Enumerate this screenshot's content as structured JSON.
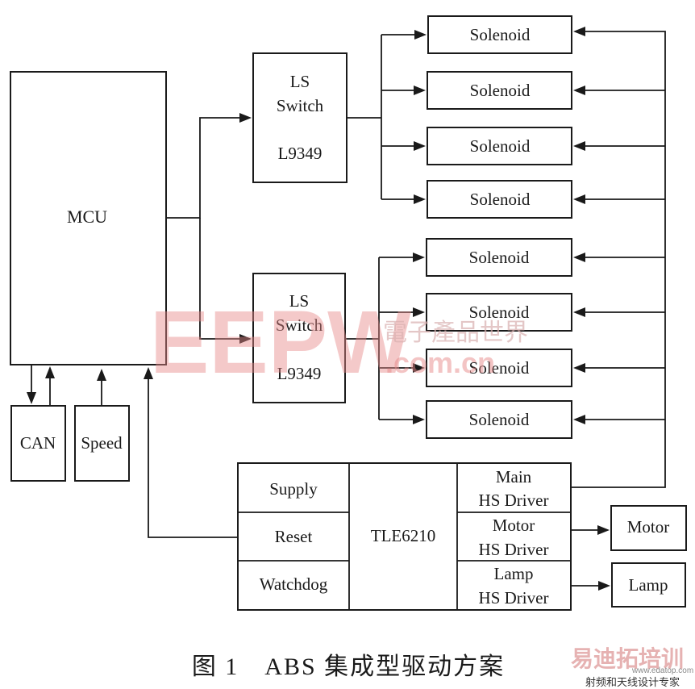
{
  "blocks": {
    "mcu": "MCU",
    "ls_switch_1": {
      "line1": "LS",
      "line2": "Switch",
      "line3": "L9349"
    },
    "ls_switch_2": {
      "line1": "LS",
      "line2": "Switch",
      "line3": "L9349"
    },
    "solenoids": [
      "Solenoid",
      "Solenoid",
      "Solenoid",
      "Solenoid",
      "Solenoid",
      "Solenoid",
      "Solenoid",
      "Solenoid"
    ],
    "can": "CAN",
    "speed": "Speed",
    "supply": "Supply",
    "reset": "Reset",
    "watchdog": "Watchdog",
    "tle": "TLE6210",
    "main_driver": {
      "line1": "Main",
      "line2": "HS Driver"
    },
    "motor_driver": {
      "line1": "Motor",
      "line2": "HS Driver"
    },
    "lamp_driver": {
      "line1": "Lamp",
      "line2": "HS Driver"
    },
    "motor": "Motor",
    "lamp": "Lamp"
  },
  "caption": "图 1　ABS 集成型驱动方案",
  "watermark": {
    "main": "EEPW",
    "cn": "電子產品世界",
    "com": ".com.cn",
    "corner_cn": "易迪拓培训",
    "corner_small": "射频和天线设计专家",
    "corner_url": "www.edatop.com"
  }
}
